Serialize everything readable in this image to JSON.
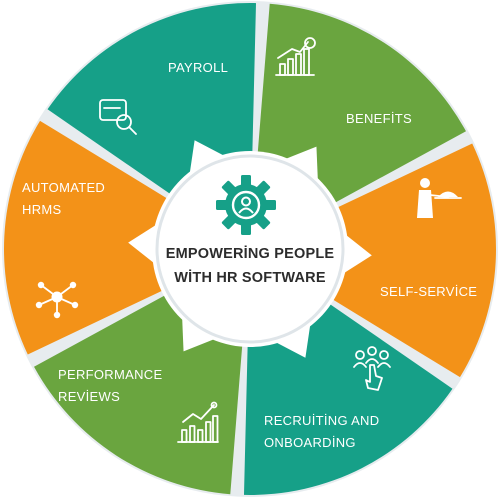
{
  "center": {
    "line1": "EMPOWERİNG PEOPLE",
    "line2": "WİTH HR SOFTWARE",
    "icon": "gear-person-icon"
  },
  "colors": {
    "teal": "#16a088",
    "green": "#6aa53f",
    "orange": "#f39218",
    "ring": "#e7ecef",
    "gear": "#16a088"
  },
  "segments": [
    {
      "id": "payroll",
      "lines": [
        "PAYROLL"
      ],
      "icon": "payroll-search-icon",
      "color": "teal"
    },
    {
      "id": "benefits",
      "lines": [
        "BENEFİTS"
      ],
      "icon": "growth-chart-icon",
      "color": "green"
    },
    {
      "id": "self-service",
      "lines": [
        "SELF-SERVİCE"
      ],
      "icon": "serving-waiter-icon",
      "color": "orange"
    },
    {
      "id": "recruiting",
      "lines": [
        "RECRUİTİNG AND",
        "ONBOARDİNG"
      ],
      "icon": "group-hand-icon",
      "color": "teal"
    },
    {
      "id": "performance",
      "lines": [
        "PERFORMANCE",
        "REVİEWS"
      ],
      "icon": "bar-chart-icon",
      "color": "green"
    },
    {
      "id": "automated",
      "lines": [
        "AUTOMATED",
        "HRMS"
      ],
      "icon": "network-icon",
      "color": "orange"
    }
  ]
}
